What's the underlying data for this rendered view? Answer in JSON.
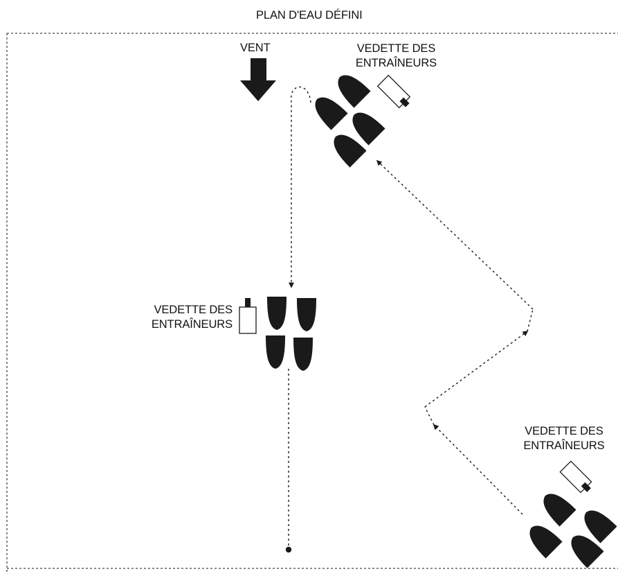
{
  "title": "PLAN D'EAU DÉFINI",
  "wind_label": "VENT",
  "coach_boat_label": {
    "line1": "VEDETTE DES",
    "line2": "ENTRAÎNEURS"
  },
  "colors": {
    "ink": "#1a1a1a",
    "border": "#444444",
    "background": "#ffffff"
  }
}
